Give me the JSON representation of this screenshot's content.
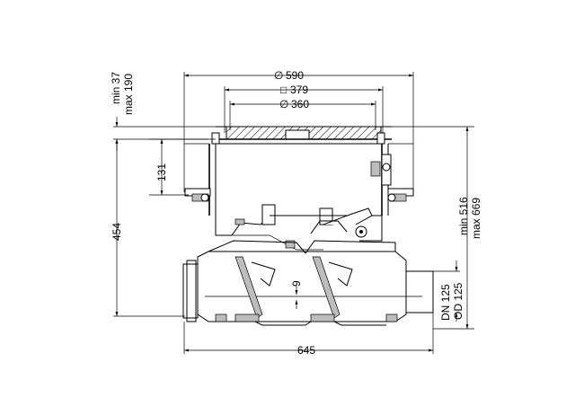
{
  "dimensions": {
    "outer_diameter": "590",
    "square_379": "379",
    "inner_diameter": "360",
    "height_131": "131",
    "height_454": "454",
    "width_645": "645",
    "offset_9": "9",
    "min_37": "min 37",
    "max_190": "max 190",
    "min_516": "min 516",
    "max_669": "max 669",
    "dn_125": "DN 125",
    "od_125": "OD 125"
  },
  "symbols": {
    "diameter": "∅",
    "square": "□"
  },
  "colors": {
    "line": "#000000",
    "hatch": "#000000",
    "shade": "#bdbdbd",
    "background": "#ffffff"
  }
}
